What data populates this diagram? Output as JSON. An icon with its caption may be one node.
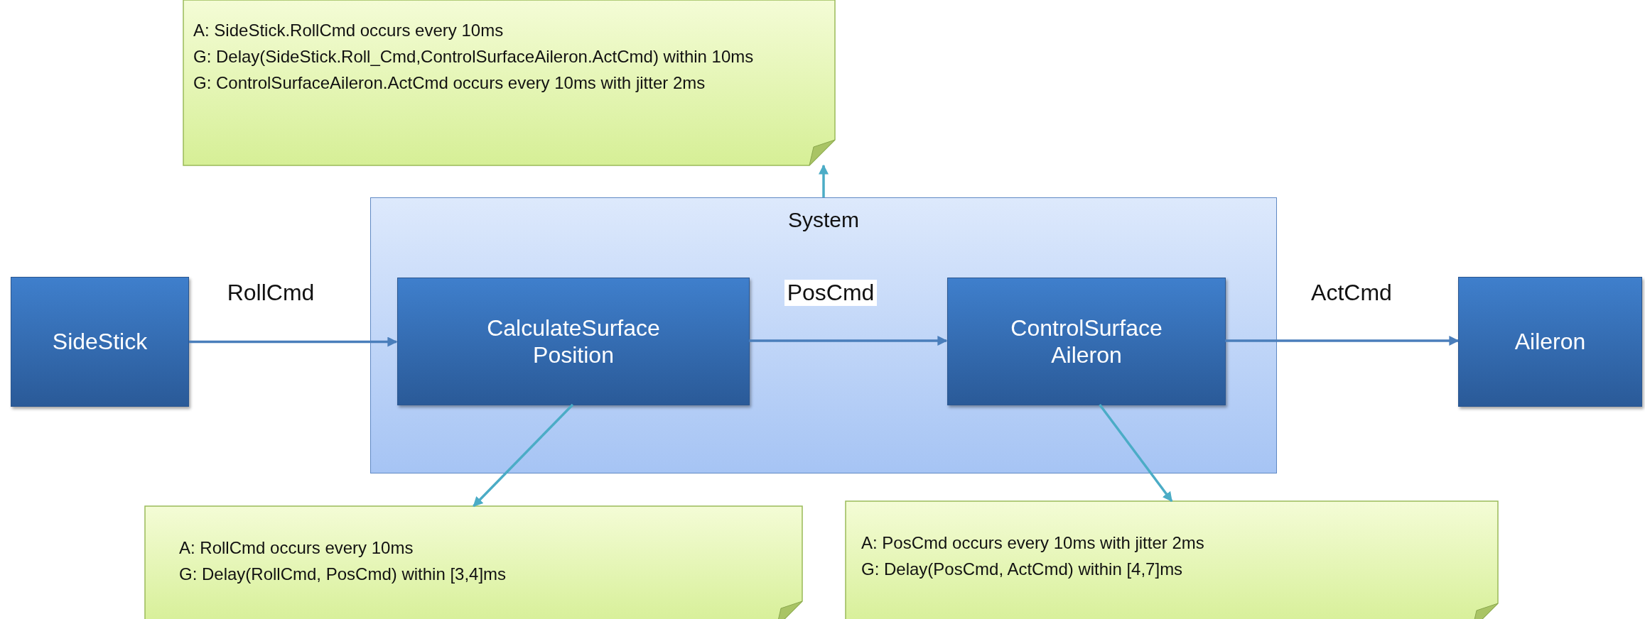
{
  "diagram": {
    "nodes": [
      {
        "text": [
          "A: SideStick.RollCmd occurs every 10ms",
          "G: Delay(SideStick.Roll_Cmd,ControlSurfaceAileron.ActCmd) within 10ms",
          "G: ControlSurfaceAileron.ActCmd occurs every 10ms with jitter 2ms"
        ]
      },
      {
        "text": [
          "System"
        ]
      },
      {
        "text": [
          "SideStick"
        ]
      },
      {
        "text": [
          "CalculateSurface Position"
        ],
        "in": 1
      },
      {
        "text": [
          "ControlSurface Aileron"
        ],
        "in": 1
      },
      {
        "text": [
          "Aileron"
        ]
      },
      {
        "text": [
          "A: RollCmd occurs every 10ms",
          "G: Delay(RollCmd, PosCmd) within [3,4]ms"
        ]
      },
      {
        "text": [
          "A: PosCmd occurs every 10ms with jitter 2ms",
          "G: Delay(PosCmd, ActCmd) within [4,7]ms"
        ]
      }
    ],
    "edges": [
      {
        "from": 2,
        "to": 3,
        "arrow": "to",
        "label": "RollCmd"
      },
      {
        "from": 3,
        "to": 4,
        "arrow": "to",
        "label": "PosCmd"
      },
      {
        "from": 4,
        "to": 5,
        "arrow": "to",
        "label": "ActCmd"
      },
      {
        "from": 1,
        "to": 0,
        "arrow": "to",
        "color": "#4bacc6"
      },
      {
        "from": 3,
        "to": 6,
        "arrow": "to",
        "color": "#4bacc6"
      },
      {
        "from": 4,
        "to": 7,
        "arrow": "to",
        "color": "#4bacc6"
      }
    ]
  }
}
